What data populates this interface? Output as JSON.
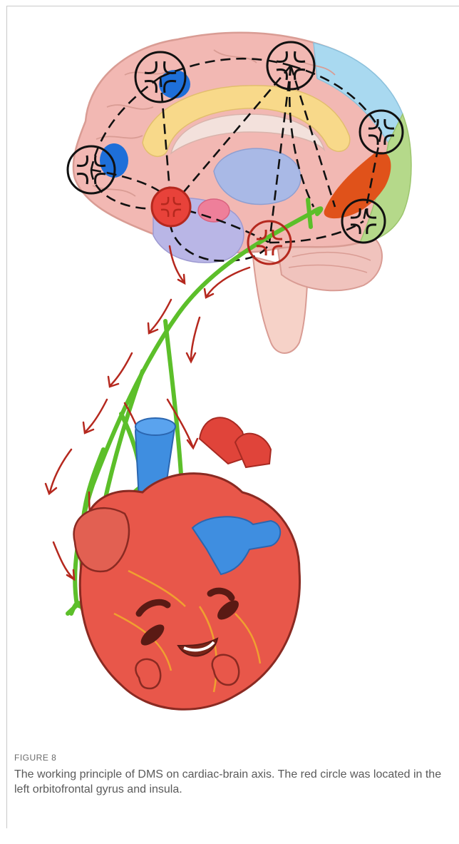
{
  "figure": {
    "label": "FIGURE 8",
    "caption": "The working principle of DMS on cardiac-brain axis. The red circle was located in the left orbitofrontal gyrus and insula."
  },
  "colors": {
    "brain_tissue": "#f2b8b3",
    "frontal_blue": "#1e6fd9",
    "occipital_blue": "#a9d9f0",
    "occipital_green": "#b5d98a",
    "insula_orange": "#e0521a",
    "cingulate_yellow": "#f8d98a",
    "thalamus_lavender": "#b9b6e6",
    "nerve_green": "#5cbf2a",
    "arrow_red": "#b5281e",
    "heart_red": "#e8574a",
    "vessel_blue": "#3f8ee0",
    "circle_red": "#d7261e"
  },
  "icons": [
    "brain-illustration",
    "heart-illustration",
    "network-node-icon",
    "descending-arrow-icon"
  ]
}
